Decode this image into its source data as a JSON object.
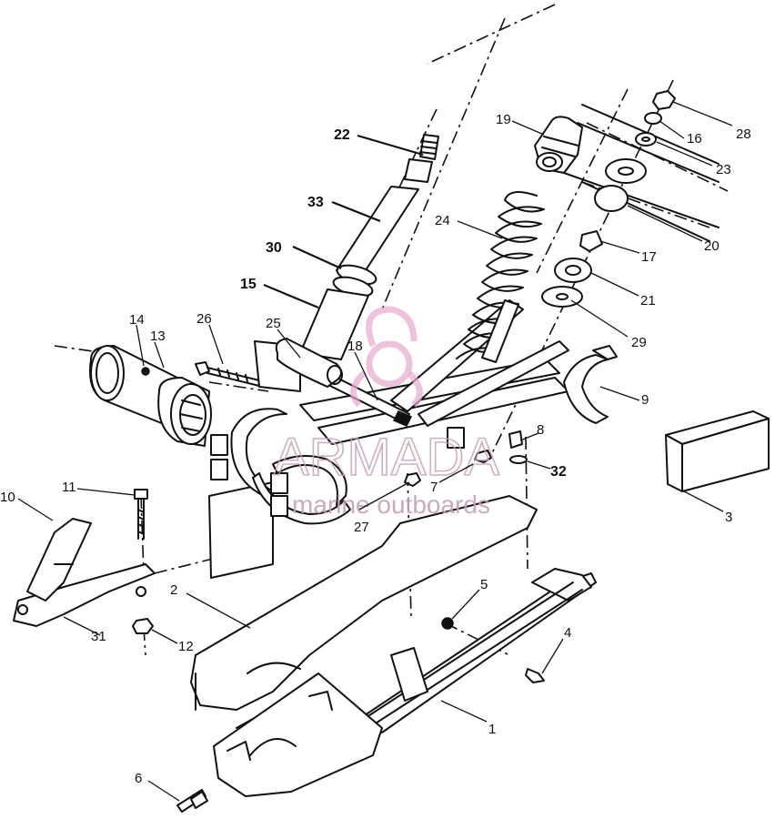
{
  "watermark": {
    "brand": "ARMADA",
    "tagline": "marine outboards",
    "logo_color": "#e7a6cf",
    "text_color": "#c8a0b8"
  },
  "callouts": [
    {
      "id": "c1",
      "label": "1"
    },
    {
      "id": "c2",
      "label": "2"
    },
    {
      "id": "c3",
      "label": "3"
    },
    {
      "id": "c4",
      "label": "4"
    },
    {
      "id": "c5",
      "label": "5"
    },
    {
      "id": "c6",
      "label": "6"
    },
    {
      "id": "c7",
      "label": "7"
    },
    {
      "id": "c8",
      "label": "8"
    },
    {
      "id": "c9",
      "label": "9"
    },
    {
      "id": "c10",
      "label": "10"
    },
    {
      "id": "c11",
      "label": "11"
    },
    {
      "id": "c12",
      "label": "12"
    },
    {
      "id": "c13",
      "label": "13"
    },
    {
      "id": "c14",
      "label": "14"
    },
    {
      "id": "c15",
      "label": "15"
    },
    {
      "id": "c16",
      "label": "16"
    },
    {
      "id": "c17",
      "label": "17"
    },
    {
      "id": "c18",
      "label": "18"
    },
    {
      "id": "c19",
      "label": "19"
    },
    {
      "id": "c20",
      "label": "20"
    },
    {
      "id": "c21",
      "label": "21"
    },
    {
      "id": "c22",
      "label": "22"
    },
    {
      "id": "c23",
      "label": "23"
    },
    {
      "id": "c24",
      "label": "24"
    },
    {
      "id": "c25",
      "label": "25"
    },
    {
      "id": "c26",
      "label": "26"
    },
    {
      "id": "c27",
      "label": "27"
    },
    {
      "id": "c28",
      "label": "28"
    },
    {
      "id": "c29",
      "label": "29"
    },
    {
      "id": "c30",
      "label": "30"
    },
    {
      "id": "c31",
      "label": "31"
    },
    {
      "id": "c32",
      "label": "32"
    },
    {
      "id": "c33",
      "label": "33"
    }
  ]
}
